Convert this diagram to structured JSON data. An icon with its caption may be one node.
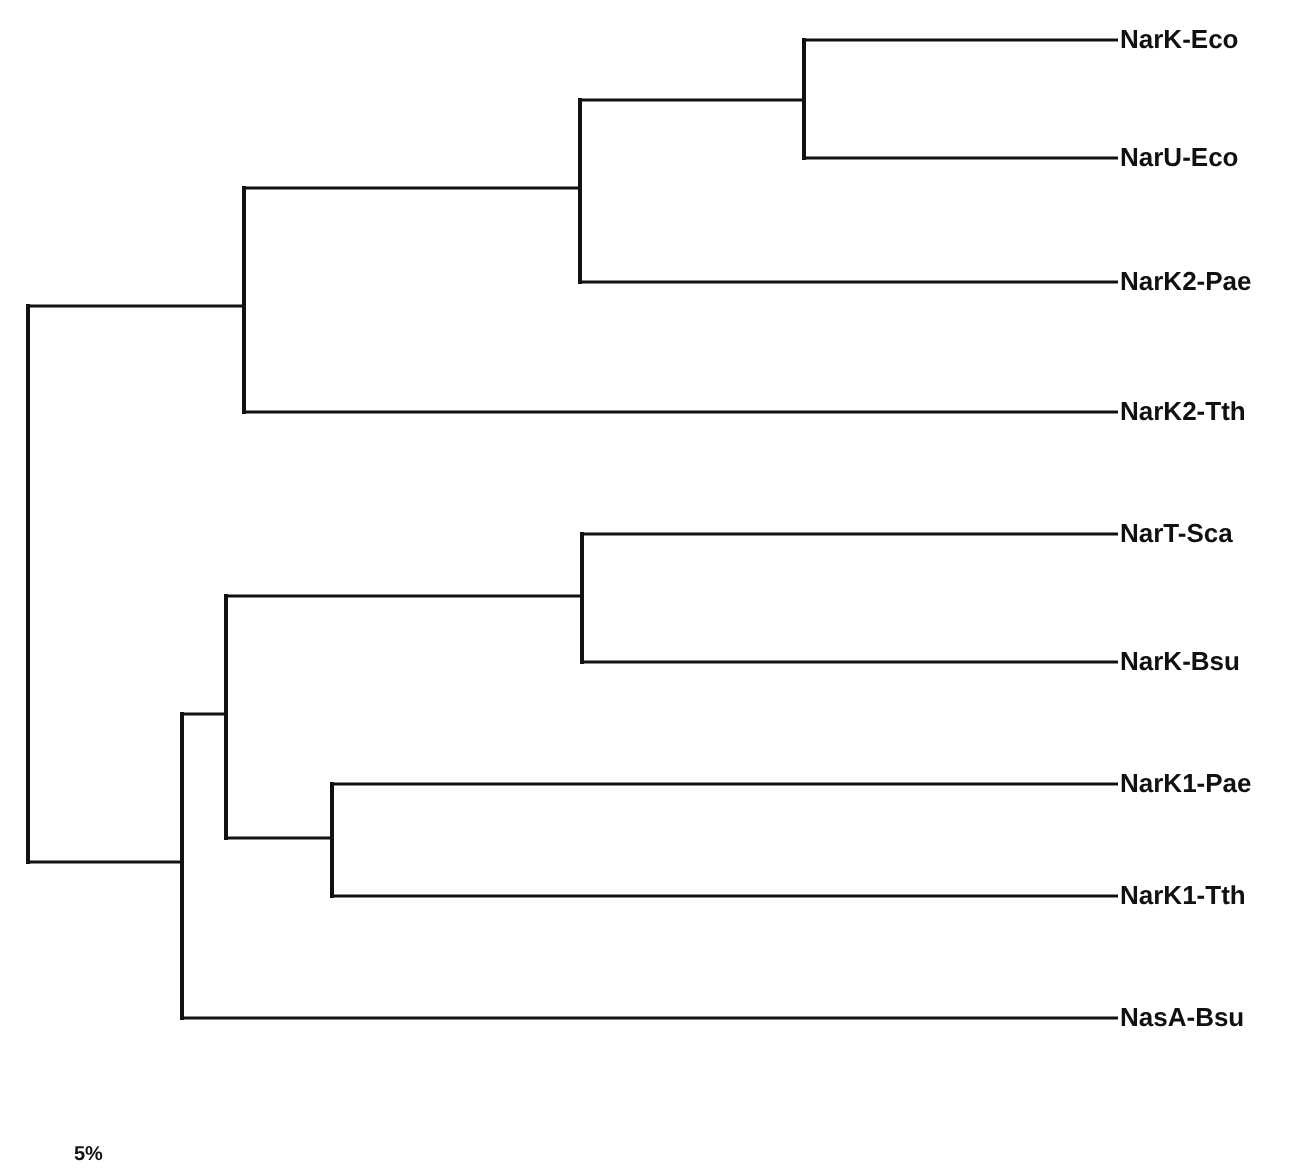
{
  "diagram": {
    "nodes": [
      {
        "text": [
          "NarK-Eco"
        ]
      },
      {
        "text": [
          "NarU-Eco"
        ]
      },
      {
        "text": [
          "NarK2-Pae"
        ]
      },
      {
        "text": [
          "NarK2-Tth"
        ]
      },
      {
        "text": [
          "NarT-Sca"
        ]
      },
      {
        "text": [
          "NarK-Bsu"
        ]
      },
      {
        "text": [
          "NarK1-Pae"
        ]
      },
      {
        "text": [
          "NarK1-Tth"
        ]
      },
      {
        "text": [
          "NasA-Bsu"
        ]
      },
      {
        "text": [],
        "shape": "bar"
      },
      {
        "text": [],
        "shape": "bar"
      },
      {
        "text": [],
        "shape": "bar"
      },
      {
        "text": [],
        "shape": "bar"
      },
      {
        "text": [],
        "shape": "bar"
      },
      {
        "text": [],
        "shape": "bar"
      },
      {
        "text": [],
        "shape": "bar"
      },
      {
        "text": [],
        "shape": "bar"
      }
    ],
    "edges": [
      {
        "from": 9,
        "to": 0,
        "arrow": "none"
      },
      {
        "from": 9,
        "to": 1,
        "arrow": "none"
      },
      {
        "from": 10,
        "to": 9,
        "arrow": "none"
      },
      {
        "from": 10,
        "to": 2,
        "arrow": "none"
      },
      {
        "from": 11,
        "to": 10,
        "arrow": "none"
      },
      {
        "from": 11,
        "to": 3,
        "arrow": "none"
      },
      {
        "from": 16,
        "to": 11,
        "arrow": "none"
      },
      {
        "from": 12,
        "to": 4,
        "arrow": "none"
      },
      {
        "from": 12,
        "to": 5,
        "arrow": "none"
      },
      {
        "from": 13,
        "to": 6,
        "arrow": "none"
      },
      {
        "from": 13,
        "to": 7,
        "arrow": "none"
      },
      {
        "from": 14,
        "to": 12,
        "arrow": "none"
      },
      {
        "from": 14,
        "to": 13,
        "arrow": "none"
      },
      {
        "from": 15,
        "to": 14,
        "arrow": "none"
      },
      {
        "from": 15,
        "to": 8,
        "arrow": "none"
      },
      {
        "from": 16,
        "to": 15,
        "arrow": "none"
      }
    ],
    "labels": [
      "5%"
    ]
  }
}
